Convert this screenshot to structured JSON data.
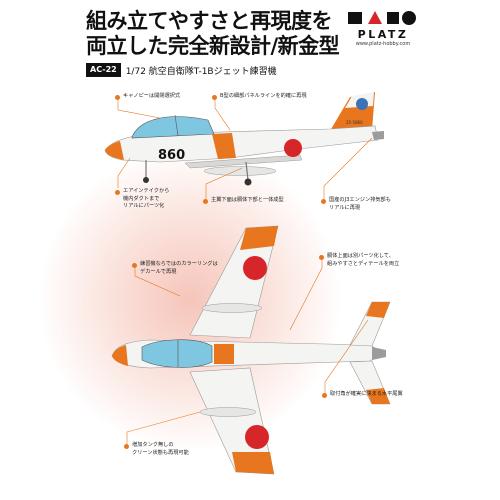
{
  "header": {
    "headline_line1": "組み立てやすさと再現度を",
    "headline_line2": "両立した完全新設計/新金型"
  },
  "logo": {
    "brand": "PLATZ",
    "url": "www.platz-hobby.com"
  },
  "product": {
    "code": "AC-22",
    "title": "1/72 航空自衛隊T-1Bジェット練習機"
  },
  "aircraft_markings": {
    "side_number": "860",
    "tail_number": "25-5860"
  },
  "callouts": {
    "canopy": "キャノピーは開閉選択式",
    "panel_lines": "B型の細部パネルラインを的確に再現",
    "intake": "エアインテイクから\n機内ダクトまで\nリアルにパーツ化",
    "landing_gear": "主翼下面は胴体下部と一体成型",
    "exhaust": "国産のJ3エンジン排気部も\nリアルに再現",
    "coloring": "練習機ならではのカラーリングは\nデカールで再現",
    "fuselage": "胴体上面は別パーツ化して、\n組みやすさとディテールを両立",
    "stabilizer": "取付角が確実に決まる水平尾翼",
    "drop_tank": "増加タンク無しの\nクリーン状態も再現可能"
  },
  "colors": {
    "accent_orange": "#e8761e",
    "aircraft_white": "#f4f4f2",
    "canopy_blue": "#7fc6e0",
    "hinomaru_red": "#d7262a",
    "glow_pink": "#f3b6a6"
  }
}
